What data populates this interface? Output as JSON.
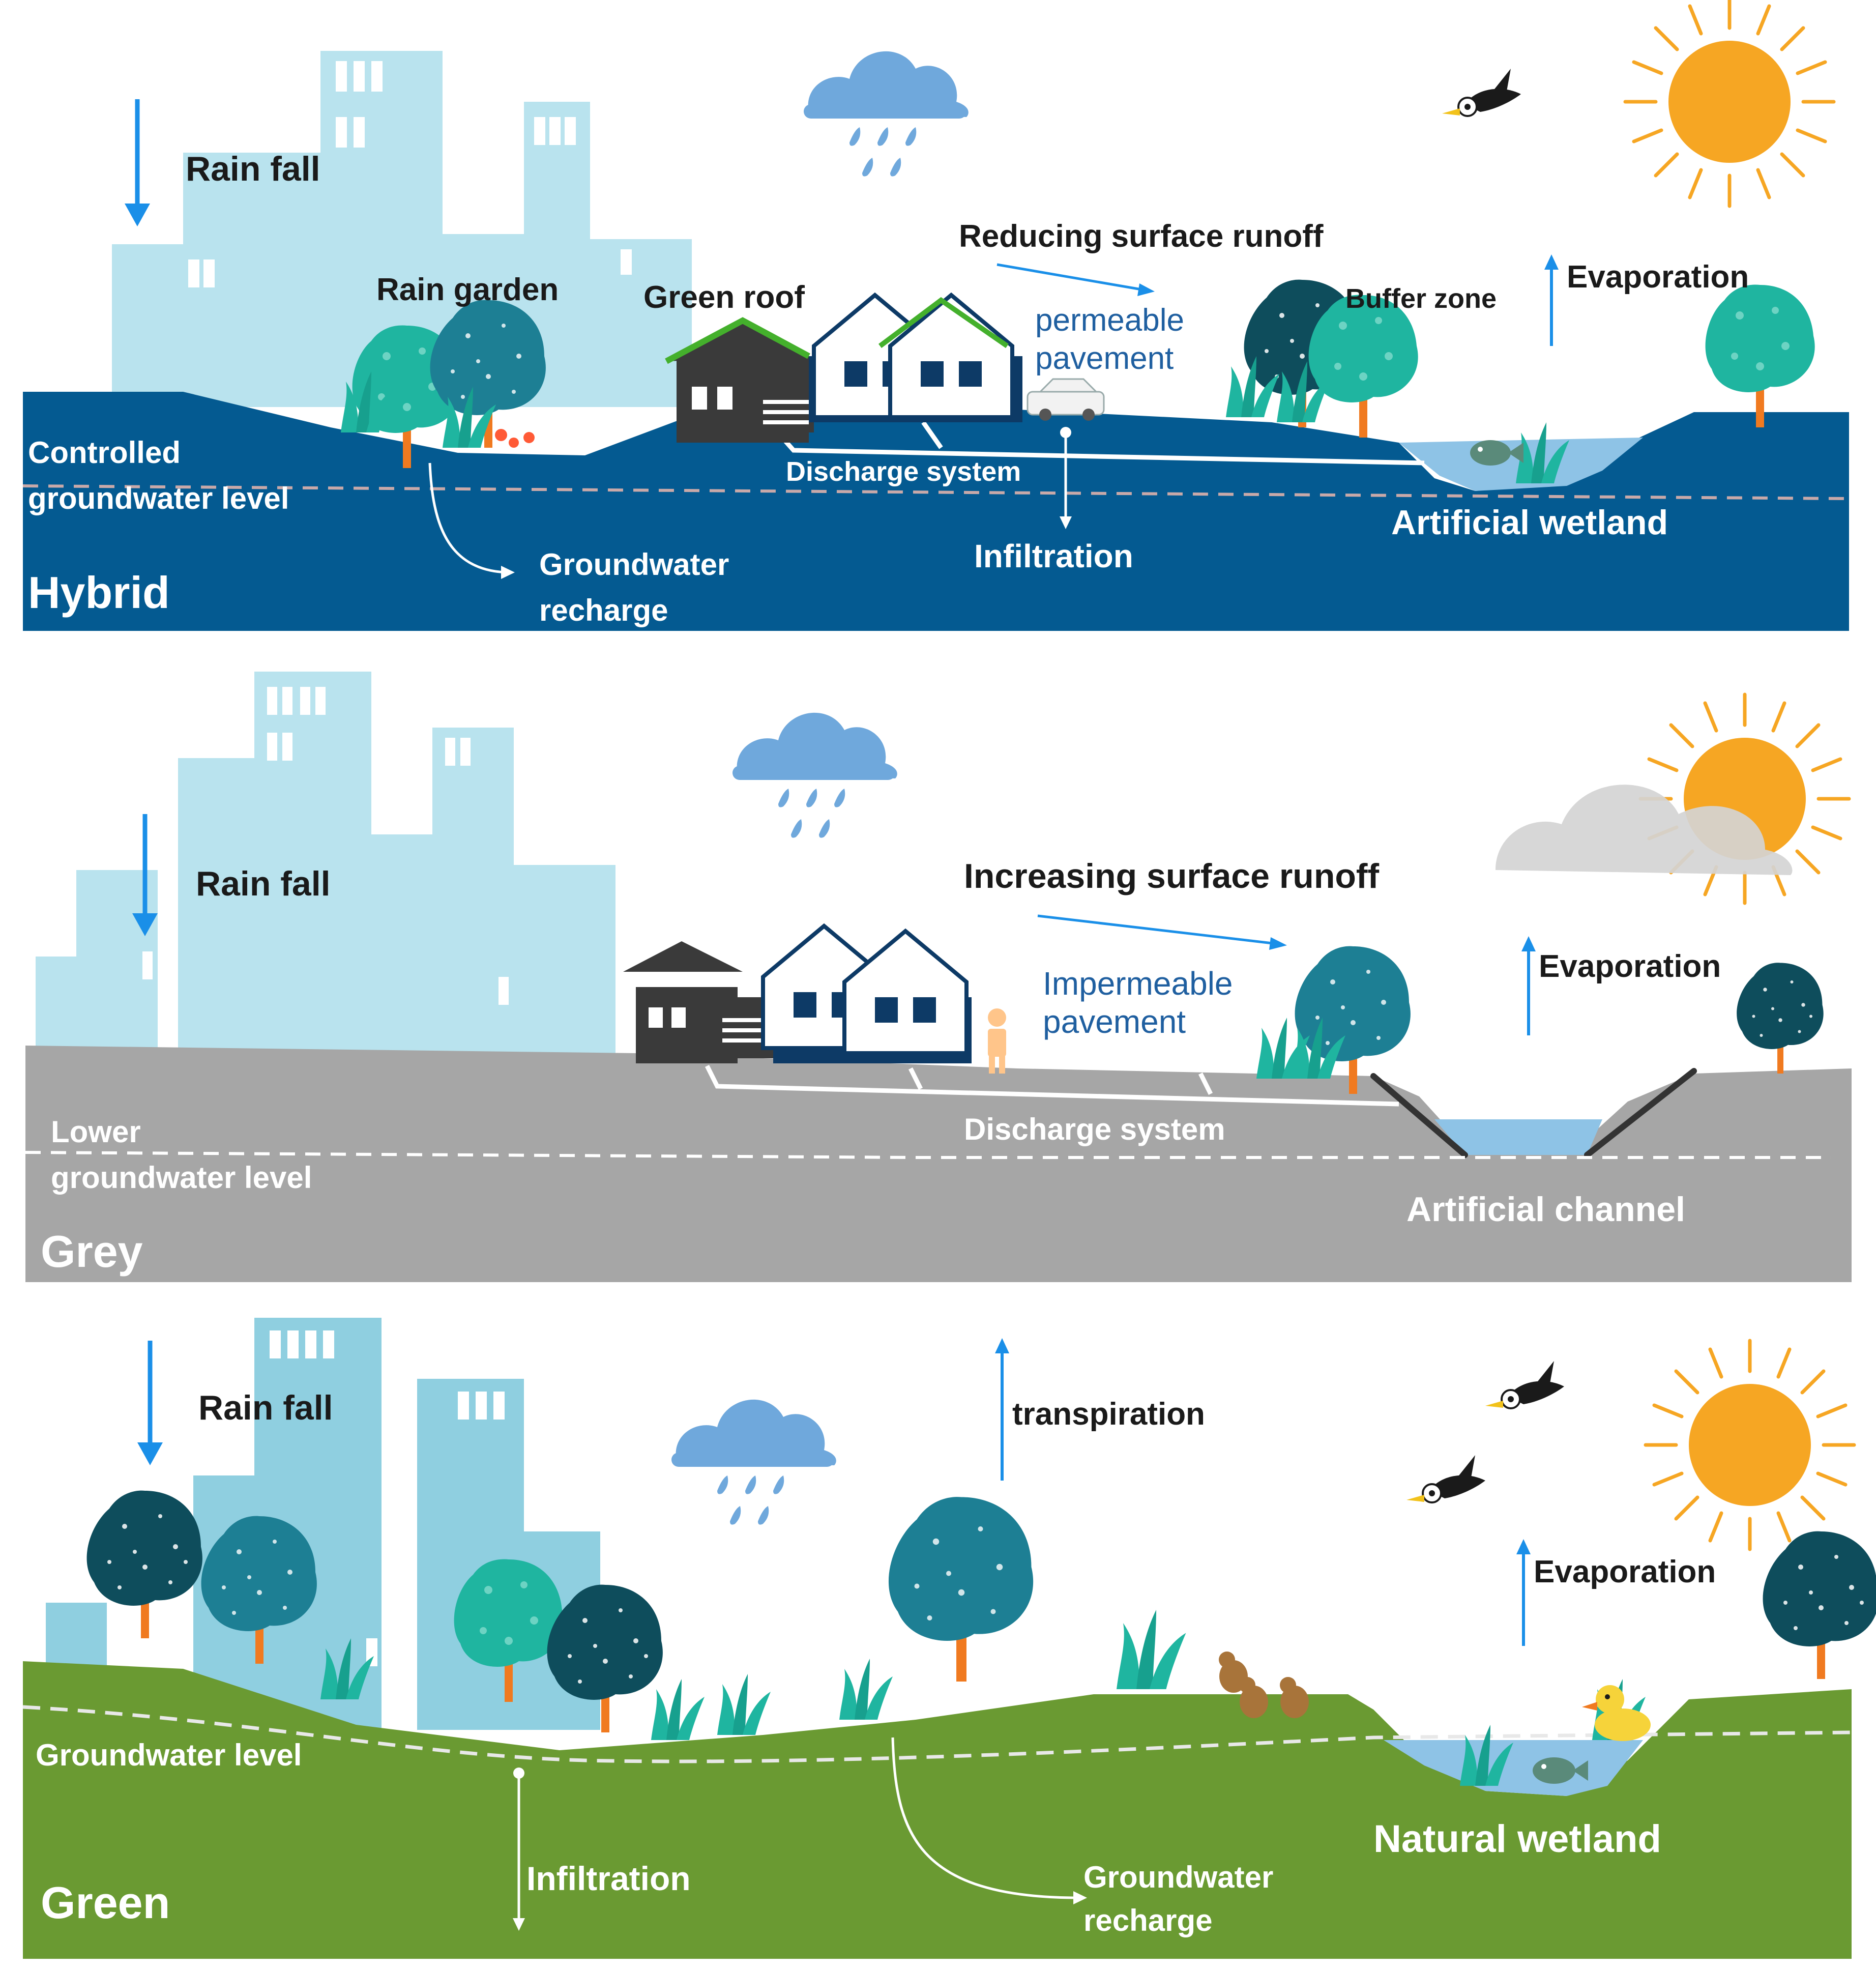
{
  "panels": {
    "hybrid": {
      "title": "Hybrid",
      "rain_fall": "Rain fall",
      "rain_garden": "Rain  garden",
      "green_roof": "Green roof",
      "surface_runoff": "Reducing surface runoff",
      "pavement_line1": "permeable",
      "pavement_line2": "pavement",
      "buffer_zone": "Buffer zone",
      "evaporation": "Evaporation",
      "gw_line1": "Controlled",
      "gw_line2": "groundwater level",
      "discharge": "Discharge system",
      "infiltration": "Infiltration",
      "recharge_line1": "Groundwater",
      "recharge_line2": "recharge",
      "wetland": "Artificial wetland"
    },
    "grey": {
      "title": "Grey",
      "rain_fall": "Rain fall",
      "surface_runoff": "Increasing surface runoff",
      "pavement_line1": "Impermeable",
      "pavement_line2": "pavement",
      "evaporation": "Evaporation",
      "gw_line1": "Lower",
      "gw_line2": "groundwater level",
      "discharge": "Discharge system",
      "channel": "Artificial  channel"
    },
    "green": {
      "title": "Green",
      "rain_fall": "Rain fall",
      "transpiration": "transpiration",
      "evaporation": "Evaporation",
      "gw_level": "Groundwater level",
      "infiltration": "Infiltration",
      "recharge_line1": "Groundwater",
      "recharge_line2": "recharge",
      "wetland": "Natural wetland"
    }
  },
  "colors": {
    "hybrid_ground": "#045a91",
    "grey_ground": "#a6a6a6",
    "green_ground": "#6a9a32",
    "buildings": "#b9e3ee",
    "buildings_green": "#8fcfe0",
    "arrow_blue": "#1a8fe8",
    "sun": "#f6a623",
    "cloud": "#6fa8dc",
    "grey_cloud": "#d4d4d4",
    "water": "#8ec3e6",
    "tree_dark": "#0e4d5c",
    "tree_mid": "#1d7f94",
    "tree_teal": "#1fb5a0",
    "trunk": "#f07a20",
    "house_dark": "#3a3a3a",
    "house_navy": "#0d3a66",
    "green_roof": "#44b02c"
  },
  "icons": [
    "rain-cloud-icon",
    "sun-icon",
    "bird-icon",
    "tree-icon",
    "house-icon",
    "car-icon",
    "fish-icon",
    "duck-icon",
    "person-icon",
    "grey-cloud-icon"
  ]
}
